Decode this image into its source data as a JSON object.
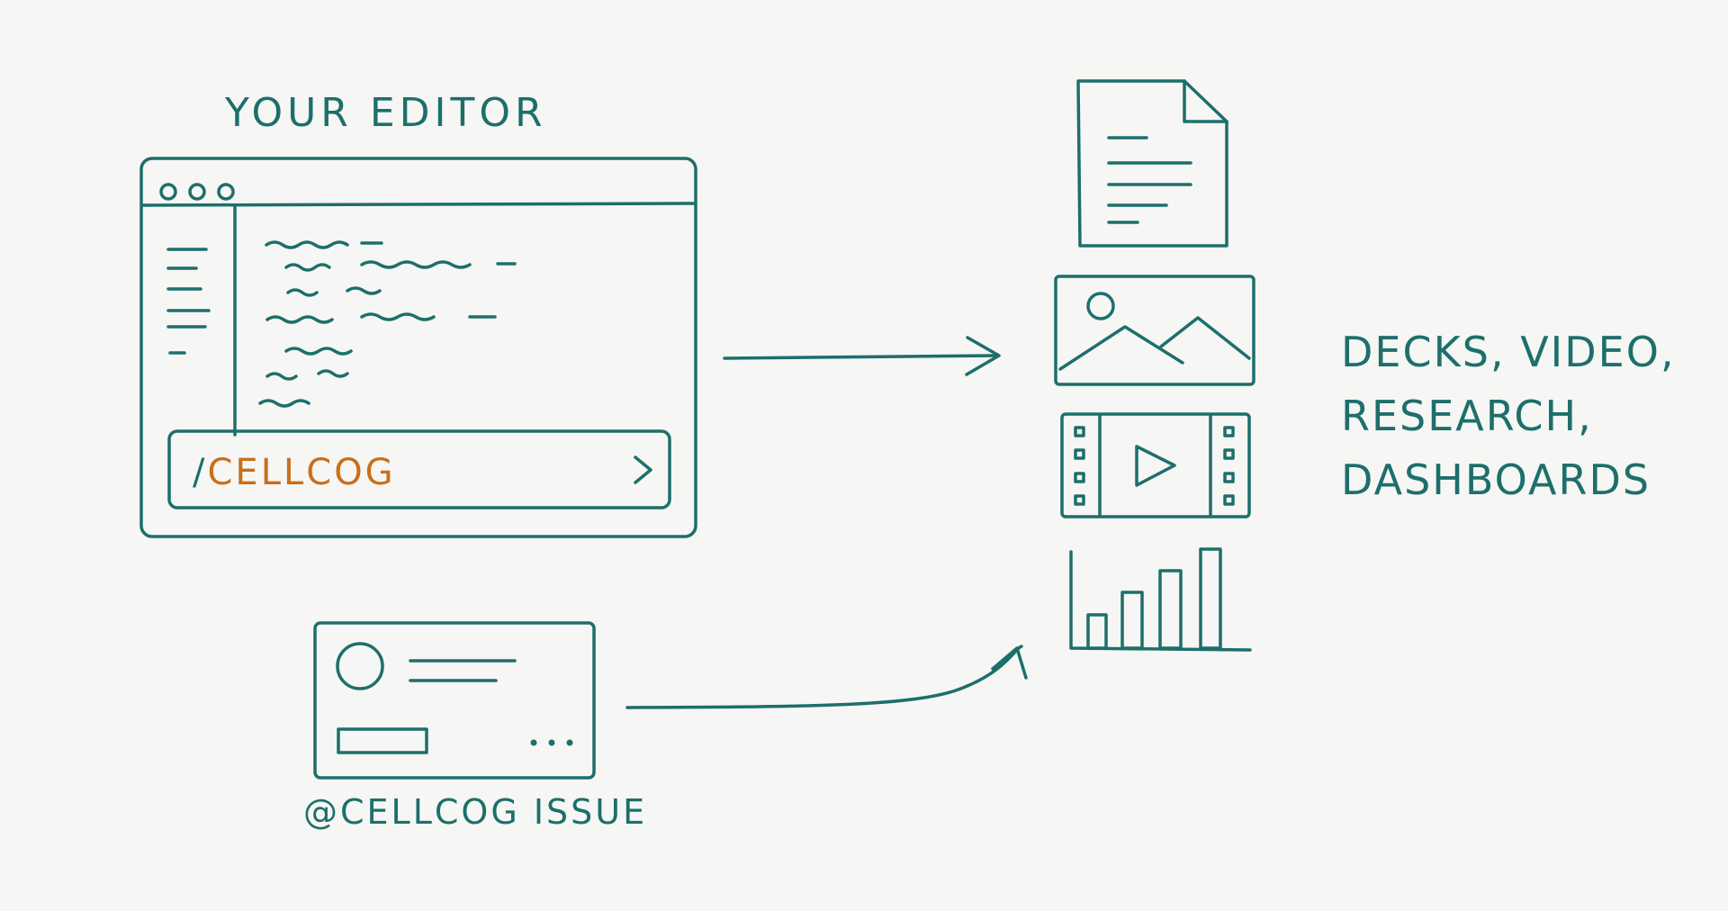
{
  "editor": {
    "title": "YOUR EDITOR",
    "command_slash": "/",
    "command_word": "CELLCOG"
  },
  "issue": {
    "label": "@CELLCOG ISSUE"
  },
  "outputs": {
    "lines": [
      "DECKS, VIDEO,",
      "RESEARCH,",
      "DASHBOARDS"
    ],
    "icons": [
      "document-icon",
      "image-icon",
      "video-icon",
      "bar-chart-icon"
    ]
  },
  "colors": {
    "ink": "#1d6f6b",
    "accent": "#c96f1a",
    "background": "#f6f6f4"
  }
}
